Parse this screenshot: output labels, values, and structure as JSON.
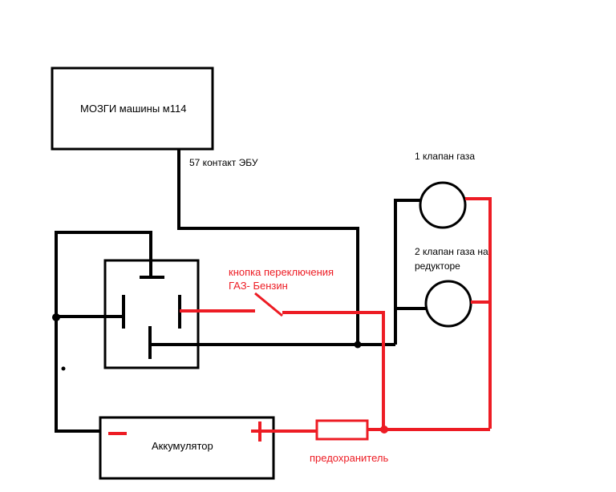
{
  "colors": {
    "wire_black": "#000000",
    "wire_red": "#ed1c24",
    "label_black": "#000000",
    "label_red": "#ed1c24",
    "background": "#ffffff"
  },
  "ecu": {
    "label": "МОЗГИ машины м114"
  },
  "ecu_pin": {
    "label": "57 контакт ЭБУ"
  },
  "switch": {
    "line1": "кнопка переключения",
    "line2": "ГАЗ- Бензин"
  },
  "valve1": {
    "label": "1 клапан газа"
  },
  "valve2": {
    "line1": "2 клапан газа на",
    "line2": "редукторе"
  },
  "battery": {
    "label": "Аккумулятор",
    "minus": "-",
    "plus": "+"
  },
  "fuse": {
    "label": "предохранитель"
  }
}
